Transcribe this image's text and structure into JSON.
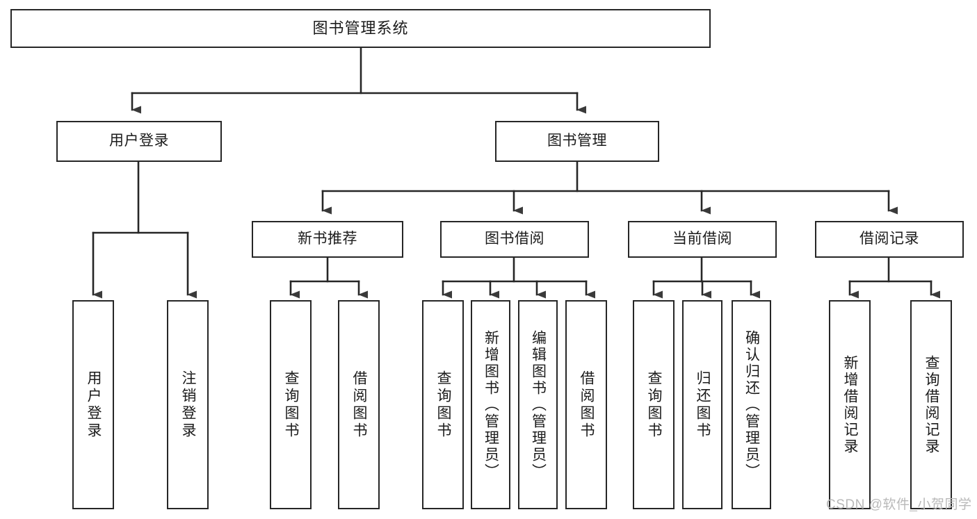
{
  "diagram": {
    "type": "tree",
    "title": "图书管理系统",
    "orientation": "top-down",
    "line_color": "#262626",
    "box_fill": "#ffffff",
    "root": {
      "label": "图书管理系统"
    },
    "level2": [
      {
        "label": "用户登录"
      },
      {
        "label": "图书管理"
      }
    ],
    "level3": [
      {
        "label": "新书推荐"
      },
      {
        "label": "图书借阅"
      },
      {
        "label": "当前借阅"
      },
      {
        "label": "借阅记录"
      }
    ],
    "leaves": {
      "user_login": [
        {
          "label": "用户登录"
        },
        {
          "label": "注销登录"
        }
      ],
      "new_book_recommend": [
        {
          "label": "查询图书"
        },
        {
          "label": "借阅图书"
        }
      ],
      "book_borrow": [
        {
          "label": "查询图书"
        },
        {
          "label": "新增图书（管理员）"
        },
        {
          "label": "编辑图书（管理员）"
        },
        {
          "label": "借阅图书"
        }
      ],
      "current_borrow": [
        {
          "label": "查询图书"
        },
        {
          "label": "归还图书"
        },
        {
          "label": "确认归还（管理员）"
        }
      ],
      "borrow_record": [
        {
          "label": "新增借阅记录"
        },
        {
          "label": "查询借阅记录"
        }
      ]
    }
  },
  "watermark": {
    "text": "CSDN @软件_小贺同学"
  }
}
